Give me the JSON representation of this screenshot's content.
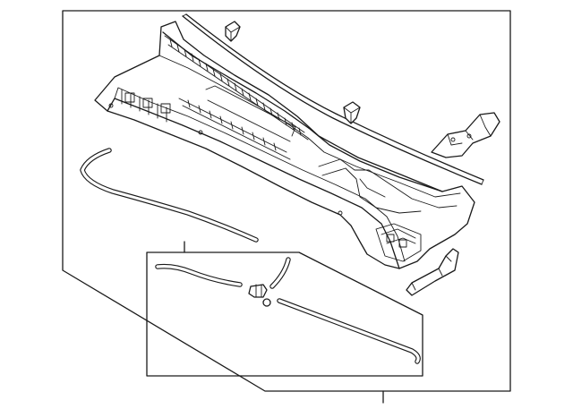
{
  "diagram": {
    "parts": [
      {
        "id": "cowl-top-panel"
      },
      {
        "id": "windshield-seal-strip"
      },
      {
        "id": "clip-left"
      },
      {
        "id": "clip-right"
      },
      {
        "id": "right-bracket"
      },
      {
        "id": "left-hose-seal"
      },
      {
        "id": "washer-hose-assembly"
      },
      {
        "id": "washer-hose-connector"
      },
      {
        "id": "lower-bracket"
      }
    ],
    "line_color": "#1a1a1a",
    "background": "#ffffff"
  }
}
